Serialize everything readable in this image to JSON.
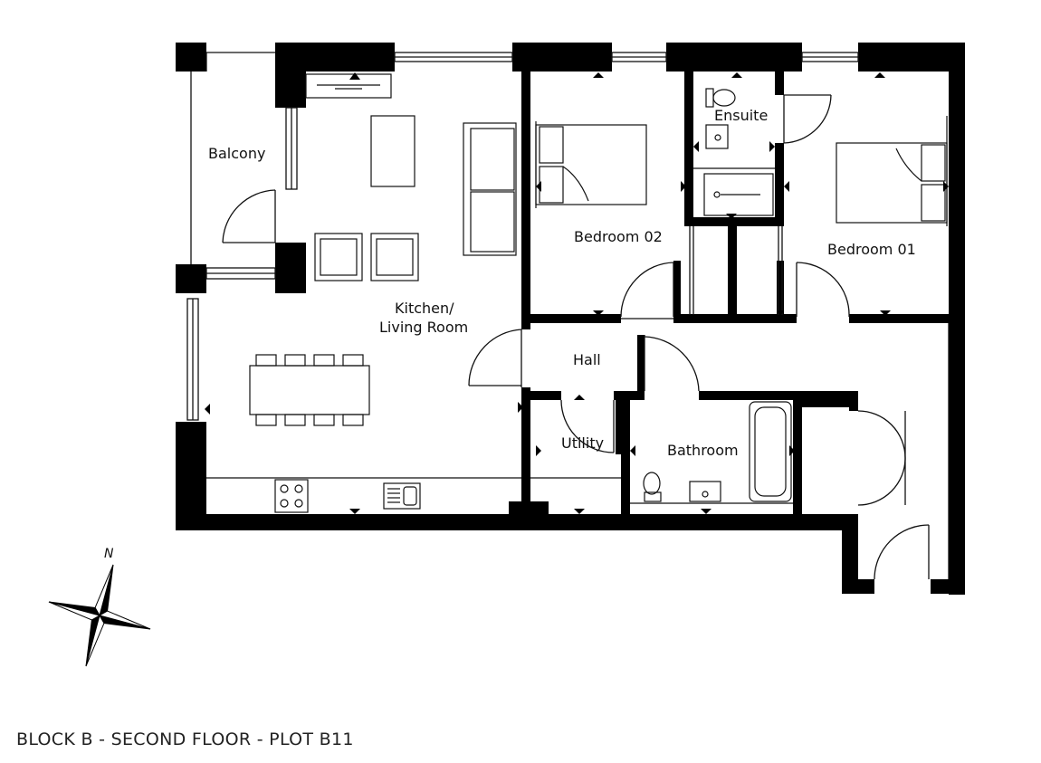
{
  "rooms": {
    "balcony": "Balcony",
    "kitchen_line1": "Kitchen/",
    "kitchen_line2": "Living Room",
    "bedroom02": "Bedroom 02",
    "ensuite": "Ensuite",
    "bedroom01": "Bedroom 01",
    "hall": "Hall",
    "utility": "Utility",
    "bathroom": "Bathroom"
  },
  "compass": {
    "north_label": "N"
  },
  "caption": "BLOCK B - SECOND FLOOR - PLOT B11",
  "colors": {
    "wall": "#000000",
    "line": "#111111",
    "background": "#ffffff"
  }
}
